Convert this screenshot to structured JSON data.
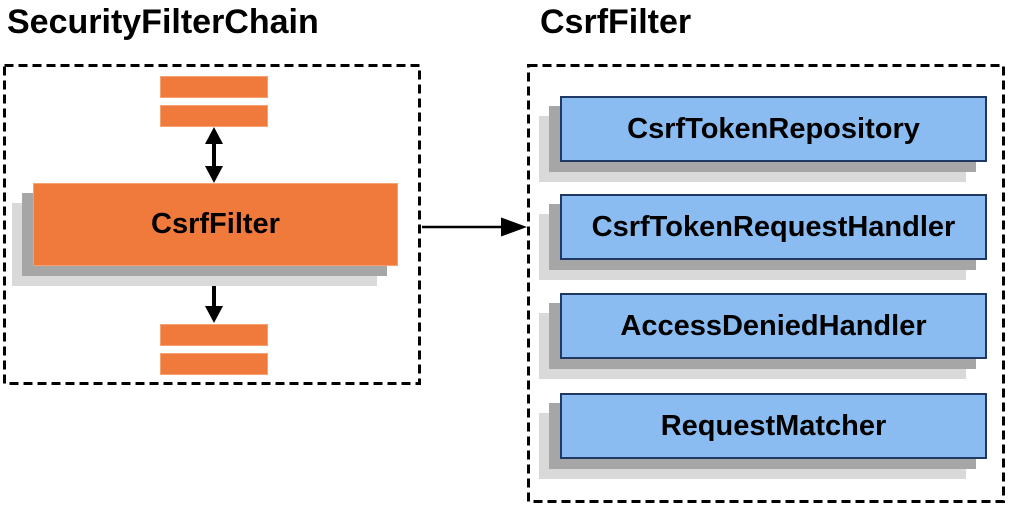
{
  "diagram": {
    "left": {
      "title": "SecurityFilterChain",
      "filter_box_label": "CsrfFilter",
      "filter_bars_count": 4
    },
    "right": {
      "title": "CsrfFilter",
      "components": [
        {
          "label": "CsrfTokenRepository"
        },
        {
          "label": "CsrfTokenRequestHandler"
        },
        {
          "label": "AccessDeniedHandler"
        },
        {
          "label": "RequestMatcher"
        }
      ]
    },
    "icons": {
      "vertical_connector": "double-arrow-icon",
      "flow_connector": "arrow-right-icon"
    },
    "colors": {
      "orange": "#F0793C",
      "orange_border": "#F7A171",
      "blue_fill": "#8ABCF1",
      "blue_border": "#1F3864",
      "shadow_dark": "#A6A6A6",
      "shadow_light": "#D9D9D9",
      "line": "#000000"
    }
  }
}
